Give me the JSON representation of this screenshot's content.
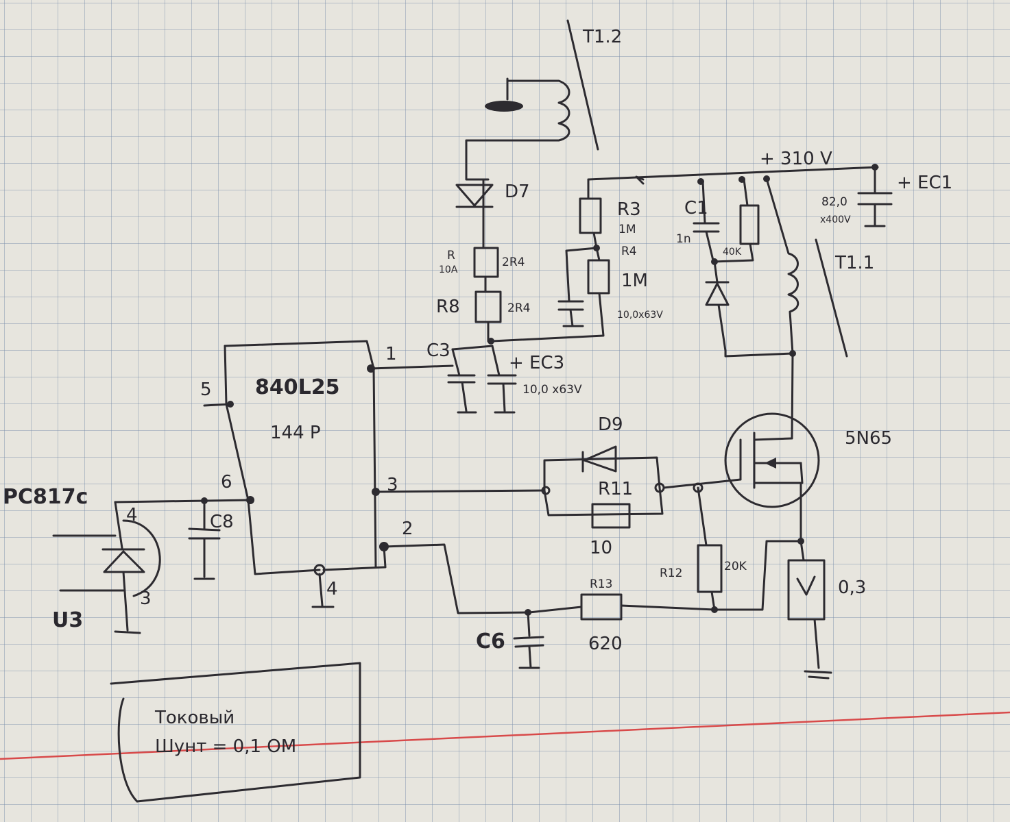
{
  "labels": {
    "t12": "T1.2",
    "v310": "+ 310 V",
    "ec1": "+ EC1",
    "ec1_val1": "82,0",
    "ec1_val2": "x400V",
    "d7": "D7",
    "r": "R",
    "r_val": "10A",
    "r_2r4": "2R4",
    "r8": "R8",
    "r8_2r4": "2R4",
    "r3": "R3",
    "r3_val": "1M",
    "r4": "R4",
    "r4_val": "1M",
    "c1": "C1",
    "c1_val": "1n",
    "r40k": "40K",
    "t11": "T1.1",
    "cap_r4": "10,0x63V",
    "ic_name": "840L25",
    "ic_sub": "144 P",
    "pin1": "1",
    "pin2": "2",
    "pin3": "3",
    "pin4": "4",
    "pin5": "5",
    "pin6": "6",
    "c3": "C3",
    "ec3": "+ EC3",
    "ec3_val": "10,0 x63V",
    "d9": "D9",
    "r11": "R11",
    "r11_val": "10",
    "q": "5N65",
    "pc817": "PC817c",
    "pc_pin4": "4",
    "pc_pin3": "3",
    "u3": "U3",
    "c8": "C8",
    "r12": "R12",
    "r12_val": "20K",
    "r13": "R13",
    "r13_val": "620",
    "c6": "C6",
    "shunt_val": "0,3",
    "note1": "Токовый",
    "note2": "Шунт = 0,1 ОМ"
  }
}
